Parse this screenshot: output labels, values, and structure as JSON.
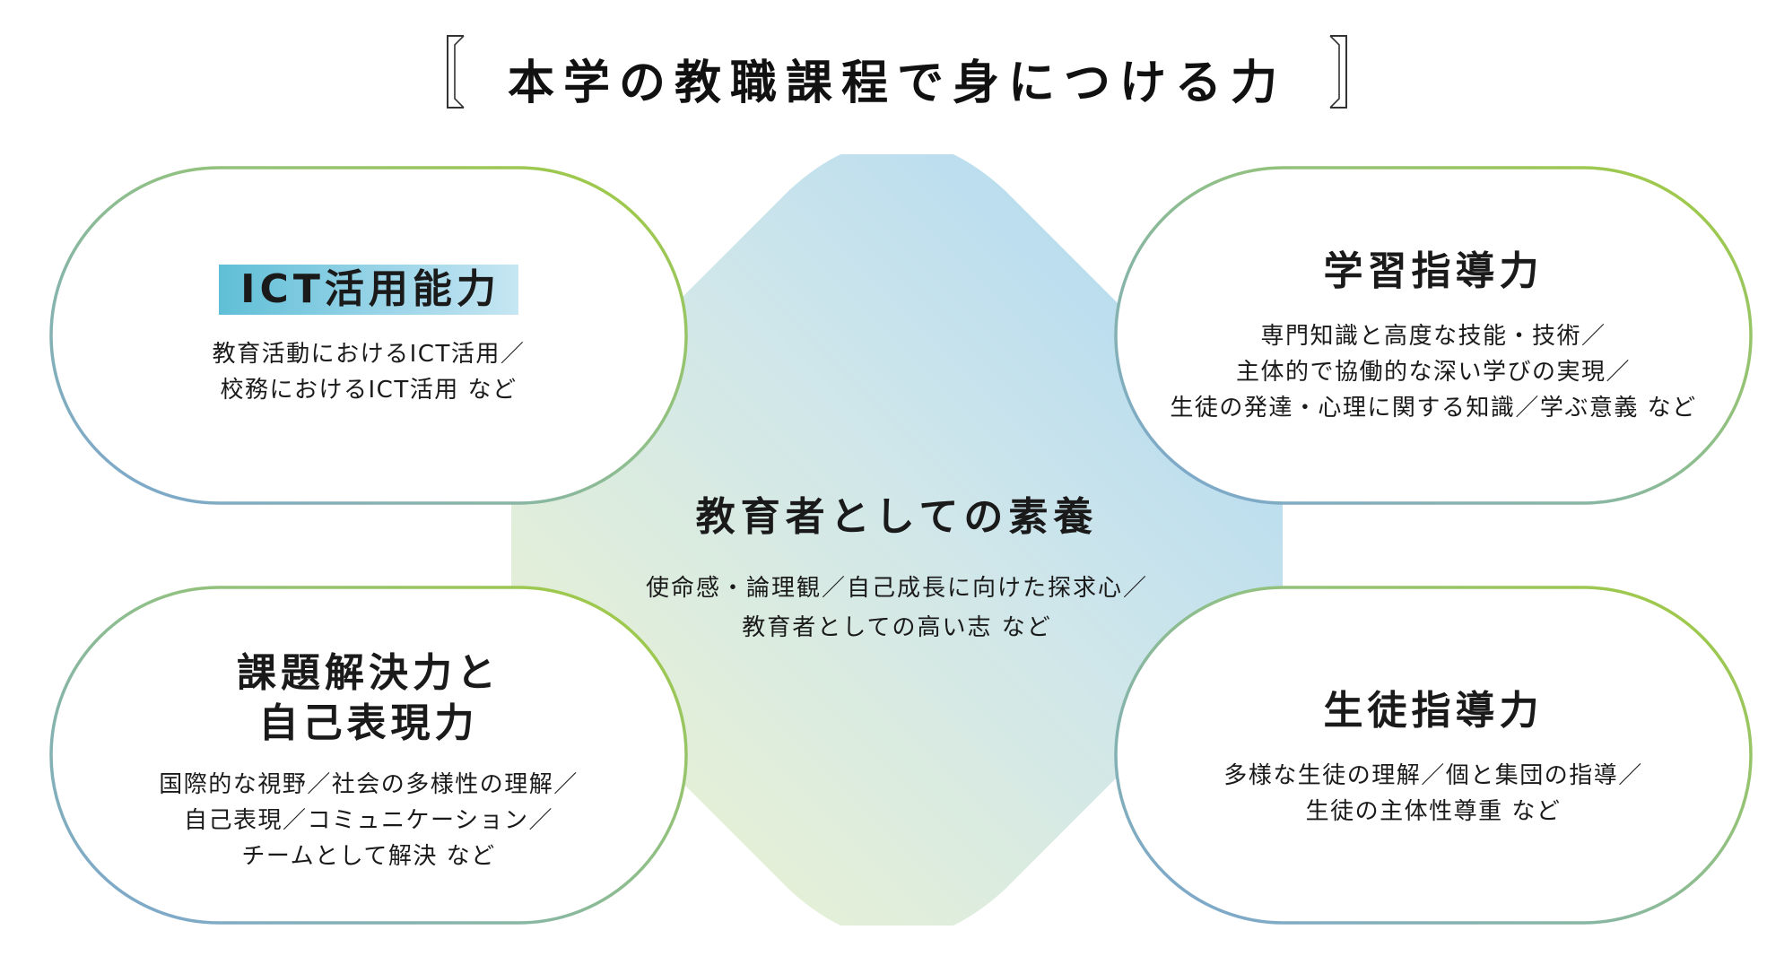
{
  "title": "本学の教職課程で身につける力",
  "center": {
    "title": "教育者としての素養",
    "lines": [
      "使命感・論理観／自己成長に向けた探求心／",
      "教育者としての高い志 など"
    ]
  },
  "pills": {
    "ict": {
      "title": "ICT活用能力",
      "lines": [
        "教育活動におけるICT活用／",
        "校務におけるICT活用 など"
      ]
    },
    "learning": {
      "title": "学習指導力",
      "lines": [
        "専門知識と高度な技能・技術／",
        "主体的で協働的な深い学びの実現／",
        "生徒の発達・心理に関する知識／学ぶ意義 など"
      ]
    },
    "problem": {
      "title_line1": "課題解決力と",
      "title_line2": "自己表現力",
      "lines": [
        "国際的な視野／社会の多様性の理解／",
        "自己表現／コミュニケーション／",
        "チームとして解決 など"
      ]
    },
    "student": {
      "title": "生徒指導力",
      "lines": [
        "多様な生徒の理解／個と集団の指導／",
        "生徒の主体性尊重 など"
      ]
    }
  },
  "colors": {
    "diamond_blue": "#b5dcf2",
    "diamond_yellow": "#eef3d0",
    "outline_blue": "#7fa6d4",
    "outline_green": "#9cc63c",
    "highlight": "#6cc3d9"
  }
}
